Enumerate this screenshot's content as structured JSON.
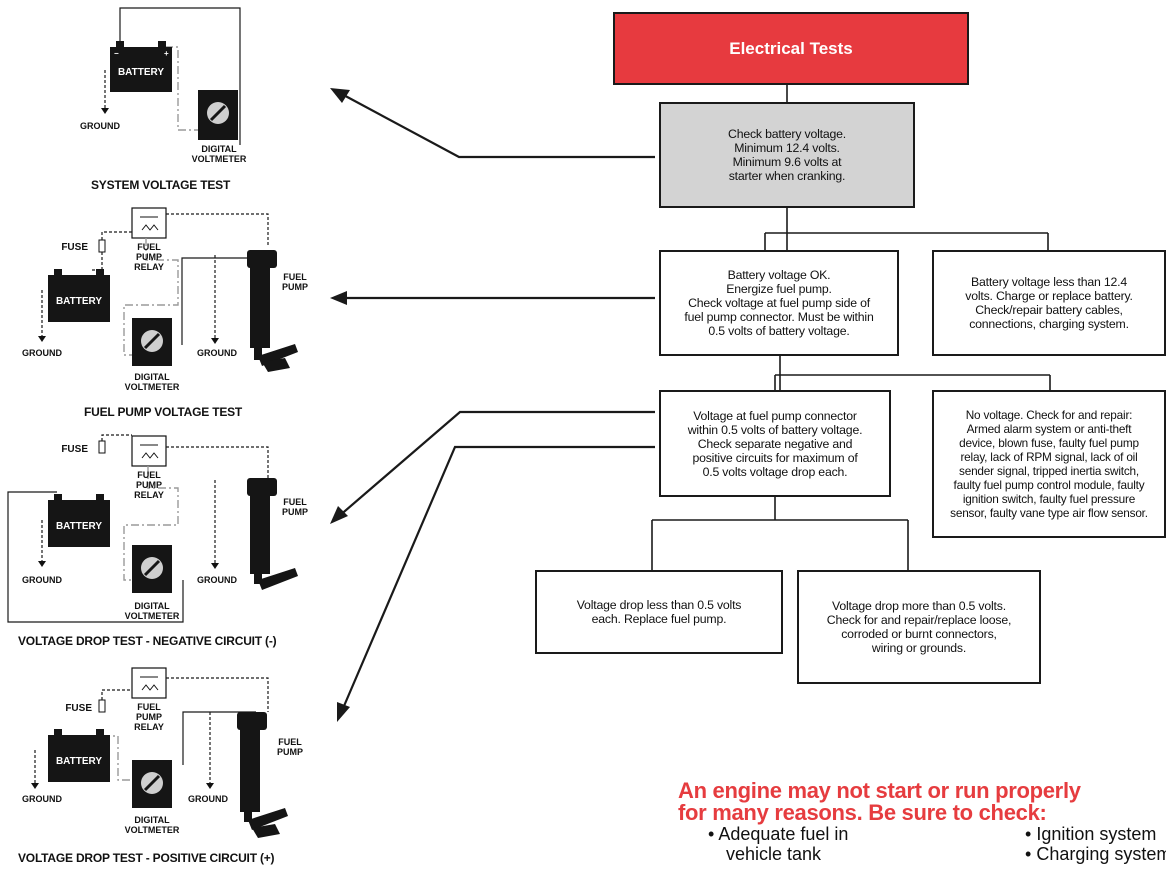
{
  "flowchart": {
    "header": "Electrical Tests",
    "battery_check": [
      "Check battery voltage.",
      "Minimum 12.4 volts.",
      "Minimum 9.6 volts at",
      "starter when cranking."
    ],
    "voltage_ok": [
      "Battery voltage OK.",
      "Energize fuel pump.",
      "Check voltage at fuel pump side of",
      "fuel pump connector.  Must be within",
      "0.5 volts of battery voltage."
    ],
    "voltage_low": [
      "Battery voltage less than 12.4",
      "volts.  Charge or replace battery.",
      "Check/repair battery cables,",
      "connections, charging system."
    ],
    "voltage_within": [
      "Voltage at fuel pump connector",
      "within 0.5 volts of battery voltage.",
      "Check separate negative and",
      "positive circuits for maximum of",
      "0.5 volts voltage drop each."
    ],
    "no_voltage": [
      "No voltage.  Check for and repair:",
      "Armed alarm system or anti-theft",
      "device, blown fuse, faulty fuel pump",
      "relay, lack of RPM signal, lack of oil",
      "sender signal, tripped inertia switch,",
      "faulty fuel pump control module, faulty",
      "ignition switch, faulty fuel pressure",
      "sensor, faulty vane type air flow sensor."
    ],
    "drop_less": [
      "Voltage drop less than 0.5 volts",
      "each.  Replace fuel pump."
    ],
    "drop_more": [
      "Voltage drop more than 0.5 volts.",
      "Check for and repair/replace loose,",
      "corroded or burnt connectors,",
      "wiring or grounds."
    ]
  },
  "tests": {
    "system_voltage": {
      "title": "SYSTEM VOLTAGE TEST",
      "battery": "BATTERY",
      "ground": "GROUND",
      "meter": [
        "DIGITAL",
        "VOLTMETER"
      ]
    },
    "fuel_pump_voltage": {
      "title": "FUEL PUMP VOLTAGE TEST",
      "fuse": "FUSE",
      "relay": [
        "FUEL",
        "PUMP",
        "RELAY"
      ],
      "pump": [
        "FUEL",
        "PUMP"
      ],
      "battery": "BATTERY",
      "ground": "GROUND",
      "meter": [
        "DIGITAL",
        "VOLTMETER"
      ]
    },
    "drop_negative": {
      "title": "VOLTAGE DROP TEST - NEGATIVE CIRCUIT (-)",
      "fuse": "FUSE",
      "relay": [
        "FUEL",
        "PUMP",
        "RELAY"
      ],
      "pump": [
        "FUEL",
        "PUMP"
      ],
      "battery": "BATTERY",
      "ground": "GROUND",
      "meter": [
        "DIGITAL",
        "VOLTMETER"
      ]
    },
    "drop_positive": {
      "title": "VOLTAGE DROP TEST - POSITIVE CIRCUIT (+)",
      "fuse": "FUSE",
      "relay": [
        "FUEL",
        "PUMP",
        "RELAY"
      ],
      "pump": [
        "FUEL",
        "PUMP"
      ],
      "battery": "BATTERY",
      "ground": "GROUND",
      "meter": [
        "DIGITAL",
        "VOLTMETER"
      ]
    }
  },
  "terminals": {
    "minus": "−",
    "plus": "+"
  },
  "reasons": {
    "title": [
      "An engine may not start or run properly",
      "for many reasons. Be sure to check:"
    ],
    "items_left": [
      "Adequate fuel in",
      "vehicle tank"
    ],
    "items_right": [
      "Ignition system",
      "Charging system"
    ],
    "bullet": "•"
  },
  "colors": {
    "header_red": "#e73a3f",
    "title_red": "#e63c3f",
    "grey_box": "#d3d3d3",
    "line": "#1a1a1a"
  }
}
